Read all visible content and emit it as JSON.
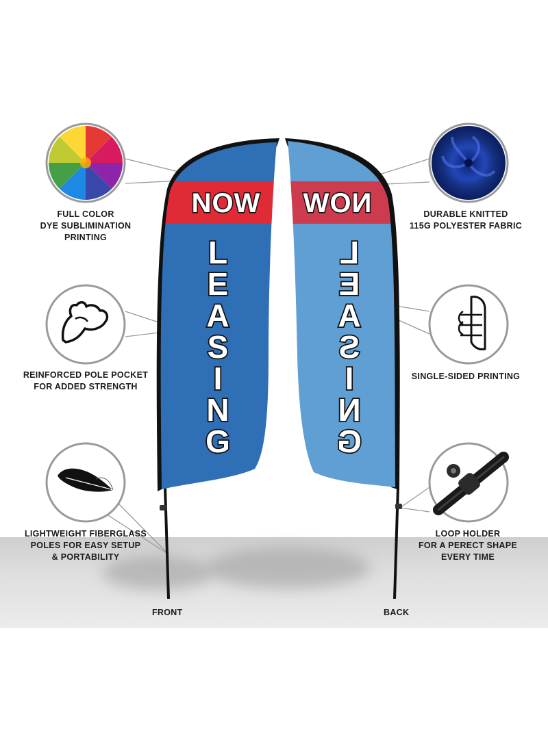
{
  "flag": {
    "word_top": "NOW",
    "letters": [
      "L",
      "E",
      "A",
      "S",
      "I",
      "N",
      "G"
    ],
    "front_color": "#2f6fb5",
    "back_color": "#5f9fd4",
    "band_color": "#e02a36"
  },
  "features": {
    "color_printing": "FULL COLOR\nDYE SUBLIMINATION\nPRINTING",
    "fabric": "DURABLE KNITTED\n115G POLYESTER FABRIC",
    "pole_pocket": "REINFORCED POLE POCKET\nFOR ADDED STRENGTH",
    "single_sided": "SINGLE-SIDED PRINTING",
    "poles": "LIGHTWEIGHT FIBERGLASS\nPOLES FOR EASY SETUP\n& PORTABILITY",
    "loop_holder": "LOOP HOLDER\nFOR A PERECT SHAPE\nEVERY TIME"
  },
  "labels": {
    "front": "FRONT",
    "back": "BACK"
  }
}
